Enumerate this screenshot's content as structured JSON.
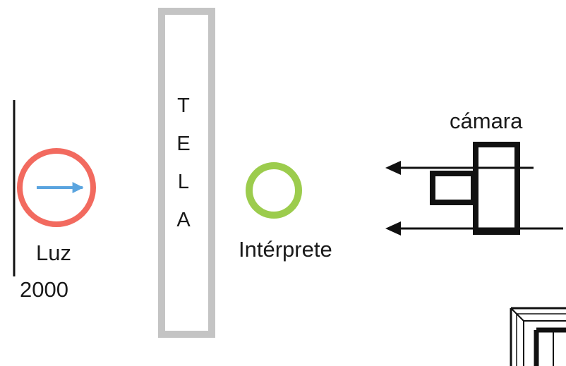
{
  "labels": {
    "luz": "Luz",
    "luz_number": "2000",
    "tela_letters": [
      "T",
      "E",
      "L",
      "A"
    ],
    "interprete": "Intérprete",
    "camara": "cámara"
  },
  "colors": {
    "light_circle": "#f26a5f",
    "arrow": "#5aa4df",
    "interprete_circle": "#9ccc4d",
    "tela_border": "#c4c4c4",
    "ink": "#111111"
  }
}
